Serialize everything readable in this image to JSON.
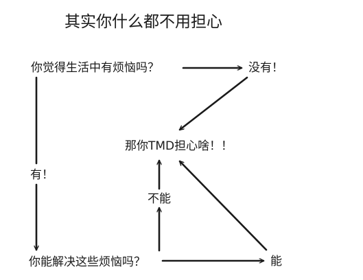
{
  "title": "其实你什么都不用担心",
  "nodes": {
    "q1": "你觉得生活中有烦恼吗？",
    "no1": "没有！",
    "center": "那你TMD担心啥！！",
    "yes1": "有！",
    "q2": "你能解决这些烦恼吗？",
    "cannot": "不能",
    "can": "能"
  },
  "colors": {
    "ink": "#1a1a1a",
    "background": "#ffffff"
  }
}
